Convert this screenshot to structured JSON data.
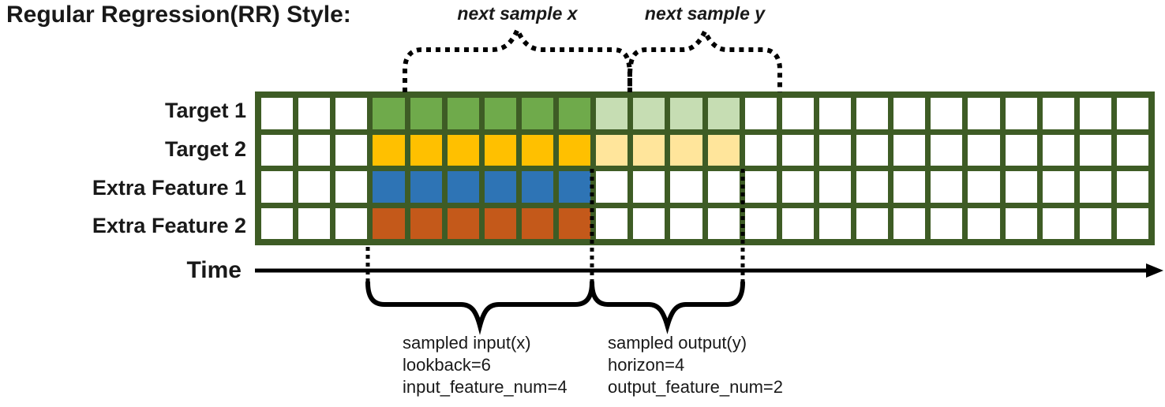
{
  "title": "Regular Regression(RR) Style:",
  "top_annotations": {
    "next_sample_x": "next sample x",
    "next_sample_y": "next sample y"
  },
  "time_axis": {
    "label": "Time"
  },
  "grid": {
    "columns": 24,
    "input_start_col": 3,
    "lookback": 6,
    "horizon": 4,
    "border_color": "#3e5c25",
    "empty_cell_color": "#ffffff",
    "rows": [
      {
        "label": "Target 1",
        "input_color": "#6faa4b",
        "output_color": "#c6ddb3"
      },
      {
        "label": "Target 2",
        "input_color": "#ffc000",
        "output_color": "#ffe59b"
      },
      {
        "label": "Extra Feature 1",
        "input_color": "#2e74b5",
        "output_color": null
      },
      {
        "label": "Extra Feature 2",
        "input_color": "#c4591a",
        "output_color": null
      }
    ]
  },
  "bottom_annotations": {
    "input": [
      "sampled input(x)",
      "lookback=6",
      "input_feature_num=4"
    ],
    "output": [
      "sampled output(y)",
      "horizon=4",
      "output_feature_num=2"
    ]
  },
  "colors": {
    "annotation_black": "#000000",
    "text": "#191919"
  }
}
